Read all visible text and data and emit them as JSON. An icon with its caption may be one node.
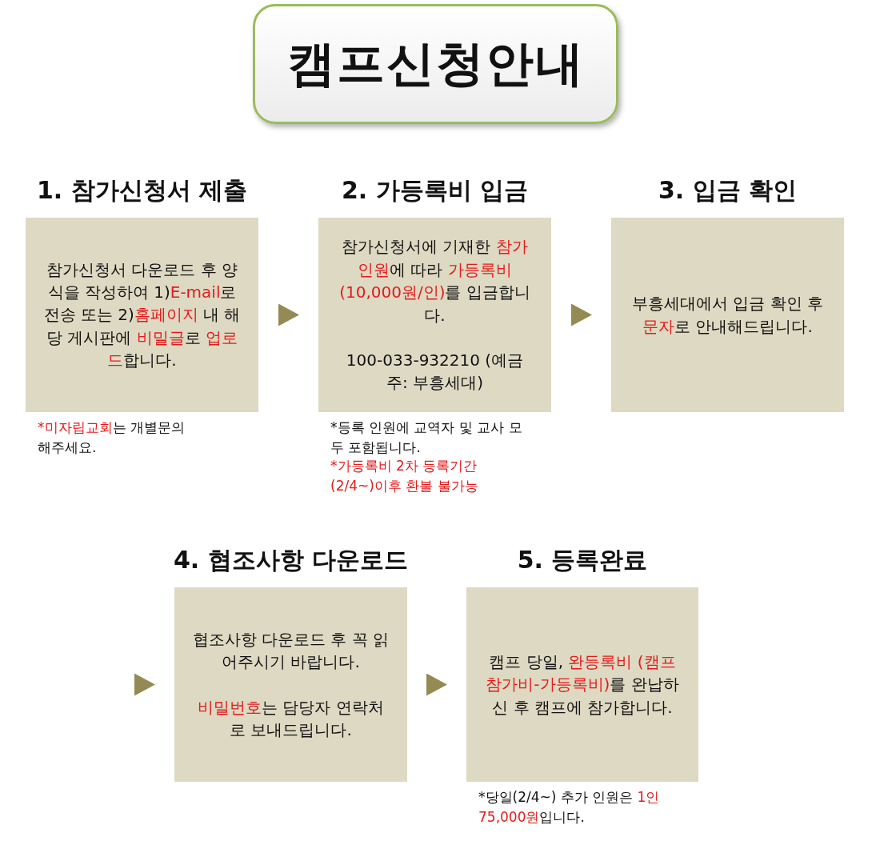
{
  "diagram": {
    "nodes": [
      {
        "text": [
          "캠프신청안내"
        ]
      },
      {
        "text": [
          "1. 참가신청서 제출",
          "참가신청서 다운로드 후 양식을 작성하여 1)**E-mail**로 전송 또는 2)**홈페이지** 내 해당 게시판에 **비밀글**로 **업로드**합니다."
        ],
        "beside": [
          "***미자립교회**는 개별문의해주세요."
        ]
      },
      {
        "text": [
          "2. 가등록비 입금",
          "참가신청서에 기재한 **참가인원**에 따라 **가등록비(10,000원/인)**를 입금합니다.",
          "100-033-932210 (예금주: 부흥세대)"
        ],
        "beside": [
          "*등록 인원에 교역자 및 교사 모두 포함됩니다.",
          "*가등록비 2차 등록기간 (2/4~)이후 환불 불가능"
        ]
      },
      {
        "text": [
          "3. 입금 확인",
          "부흥세대에서 입금 확인 후 **문자**로 안내해드립니다."
        ]
      },
      {
        "text": [
          "4. 협조사항 다운로드",
          "협조사항 다운로드 후 꼭 읽어주시기 바랍니다.",
          "**비밀번호**는 담당자 연락처로 보내드립니다."
        ]
      },
      {
        "text": [
          "5. 등록완료",
          "캠프 당일, **완등록비 (캠프참가비-가등록비)**를 완납하신 후 캠프에 참가합니다."
        ],
        "beside": [
          "*당일(2/4~) 추가 인원은 **1인 75,000원**입니다."
        ]
      }
    ],
    "edges": [
      {
        "from": 1,
        "to": 2,
        "arrow": "to"
      },
      {
        "from": 2,
        "to": 3,
        "arrow": "to"
      },
      {
        "from": null,
        "to": 4,
        "arrow": "to"
      },
      {
        "from": 4,
        "to": 5,
        "arrow": "to"
      }
    ]
  }
}
